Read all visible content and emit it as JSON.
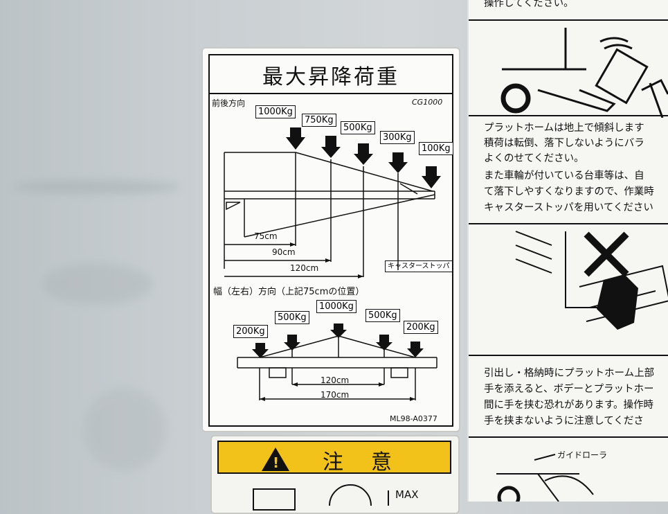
{
  "plate": {
    "title": "最大昇降荷重",
    "section1": "前後方向",
    "model": "CG1000",
    "fore_aft_loads": [
      "1000Kg",
      "750Kg",
      "500Kg",
      "300Kg",
      "100Kg"
    ],
    "fore_aft_dims": [
      "75cm",
      "90cm",
      "120cm"
    ],
    "caster_stopper": "キャスターストッパ",
    "section2": "幅（左右）方向（上記75cmの位置）",
    "lateral_loads": [
      "200Kg",
      "500Kg",
      "1000Kg",
      "500Kg",
      "200Kg"
    ],
    "lateral_dims": [
      "120cm",
      "170cm"
    ],
    "part_no": "ML98-A0377"
  },
  "right_panel": {
    "top_line": "操作してください。",
    "para1": [
      "プラットホームは地上で傾斜します",
      "積荷は転倒、落下しないようにバラ",
      "よくのせてください。",
      "また車輪が付いている台車等は、自",
      "て落下しやすくなりますので、作業時",
      "キャスターストッパを用いてください"
    ],
    "para2": [
      "引出し・格納時にプラットホーム上部",
      "手を添えると、ボデーとプラットホー",
      "間に手を挟む恐れがあります。操作時",
      "手を挟まないように注意してくださ"
    ],
    "guide_roller": "ガイドローラ"
  },
  "warning": {
    "label": "注意",
    "max": "MAX"
  },
  "colors": {
    "warning_yellow": "#f2c21a",
    "plate_bg": "#fbfbf9",
    "wall": "#c9cfd2"
  }
}
